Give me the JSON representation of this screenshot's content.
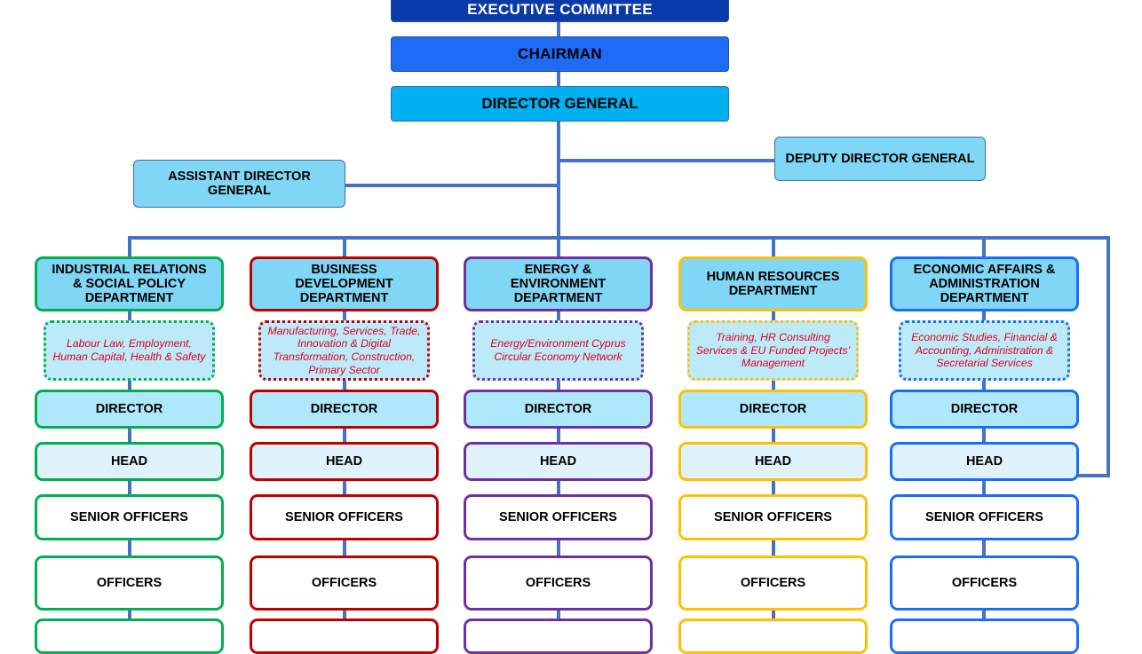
{
  "top": {
    "executive_committee": "EXECUTIVE COMMITTEE",
    "chairman": "CHAIRMAN",
    "director_general": "DIRECTOR GENERAL",
    "assistant_director_general": "ASSISTANT DIRECTOR GENERAL",
    "deputy_director_general": "DEPUTY DIRECTOR GENERAL"
  },
  "colors": {
    "executive": "#0a3aaa",
    "chairman": "#1f6bf5",
    "director_general": "#00b0f0",
    "connector": "#4472c4"
  },
  "departments": [
    {
      "name": "INDUSTRIAL RELATIONS & SOCIAL POLICY DEPARTMENT",
      "color": "#00b050",
      "description": "Labour Law, Employment, Human Capital, Health & Safety",
      "roles": [
        "DIRECTOR",
        "HEAD",
        "SENIOR OFFICERS",
        "OFFICERS"
      ]
    },
    {
      "name": "BUSINESS DEVELOPMENT DEPARTMENT",
      "color": "#c00000",
      "description": "Manufacturing, Services, Trade, Innovation & Digital Transformation, Construction, Primary Sector",
      "roles": [
        "DIRECTOR",
        "HEAD",
        "SENIOR OFFICERS",
        "OFFICERS"
      ]
    },
    {
      "name": "ENERGY & ENVIRONMENT DEPARTMENT",
      "color": "#7030a0",
      "description": "Energy/Environment Cyprus Circular Economy Network",
      "roles": [
        "DIRECTOR",
        "HEAD",
        "SENIOR OFFICERS",
        "OFFICERS"
      ]
    },
    {
      "name": "HUMAN RESOURCES DEPARTMENT",
      "color": "#ffc000",
      "description": "Training, HR Consulting Services & EU Funded Projects’ Management",
      "roles": [
        "DIRECTOR",
        "HEAD",
        "SENIOR OFFICERS",
        "OFFICERS"
      ]
    },
    {
      "name": "ECONOMIC AFFAIRS & ADMINISTRATION DEPARTMENT",
      "color": "#1a6ef5",
      "description": "Economic Studies, Financial & Accounting, Administration & Secretarial Services",
      "roles": [
        "DIRECTOR",
        "HEAD",
        "SENIOR OFFICERS",
        "OFFICERS"
      ]
    }
  ]
}
